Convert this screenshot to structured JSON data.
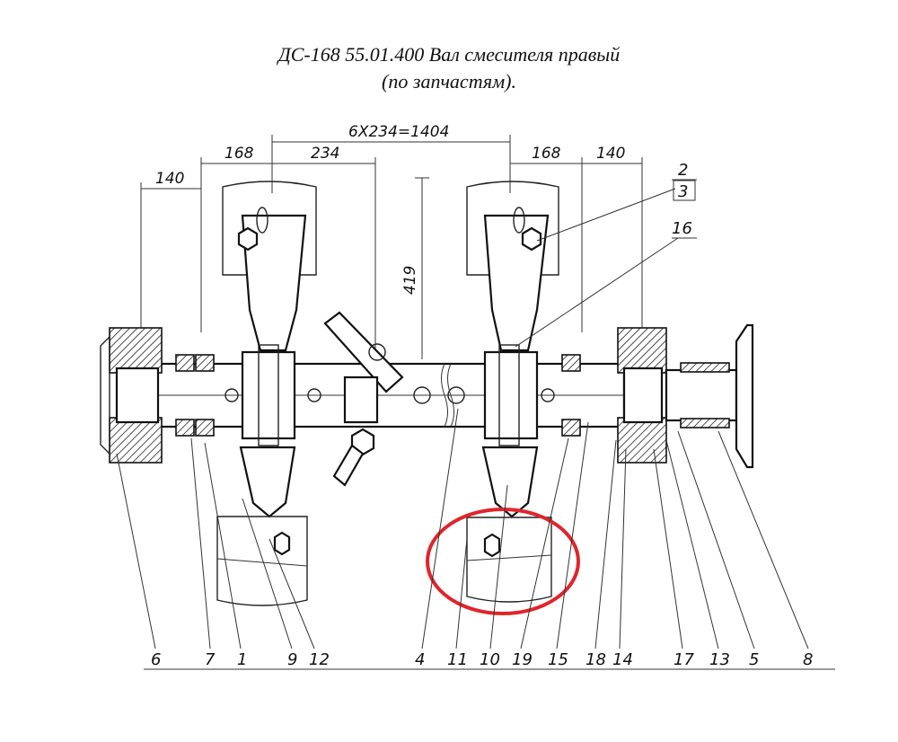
{
  "title": {
    "line1": "ДС-168 55.01.400 Вал смесителя правый",
    "line2": "(по запчастям)."
  },
  "dimensions": {
    "overall": "6X234=1404",
    "left_168": "168",
    "left_234": "234",
    "left_140": "140",
    "right_168": "168",
    "right_140": "140",
    "height_419": "419"
  },
  "callouts_top": [
    "2",
    "3",
    "16"
  ],
  "callouts_bottom": [
    "6",
    "7",
    "1",
    "9",
    "12",
    "4",
    "11",
    "10",
    "19",
    "15",
    "18",
    "14",
    "17",
    "13",
    "5",
    "8"
  ],
  "highlight_color": "#e0252b"
}
